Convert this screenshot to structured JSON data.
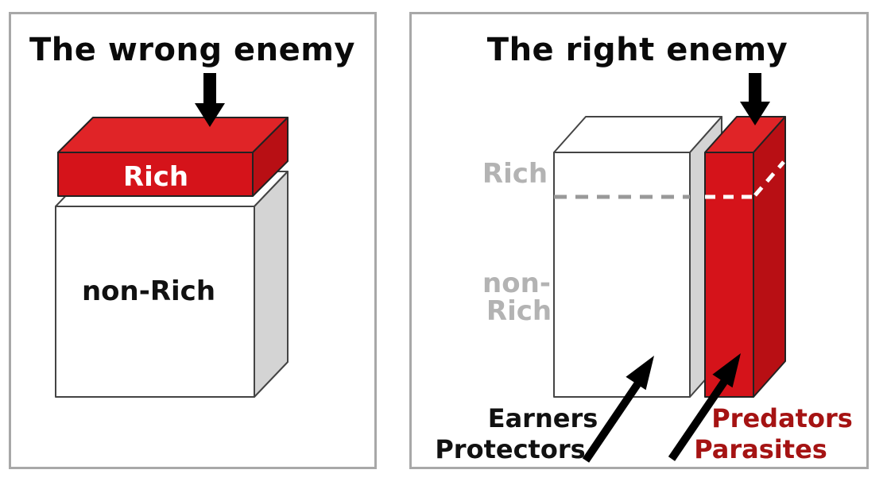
{
  "left_panel": {
    "title": "The wrong enemy",
    "rich_label": "Rich",
    "non_rich_label": "non-Rich"
  },
  "right_panel": {
    "title": "The right enemy",
    "rich_label": "Rich",
    "non_rich_line1": "non-",
    "non_rich_line2": "Rich",
    "earners_label": "Earners",
    "protectors_label": "Protectors",
    "predators_label": "Predators",
    "parasites_label": "Parasites"
  },
  "colors": {
    "red_top": "#e02427",
    "red_front": "#d5131a",
    "red_side": "#b80f14",
    "dark_red_text": "#a51313",
    "gray_label": "#b3b3b3",
    "gray_dash": "#999999",
    "box_side_gray": "#d4d4d4",
    "arrow_black": "#000000",
    "white": "#ffffff"
  }
}
